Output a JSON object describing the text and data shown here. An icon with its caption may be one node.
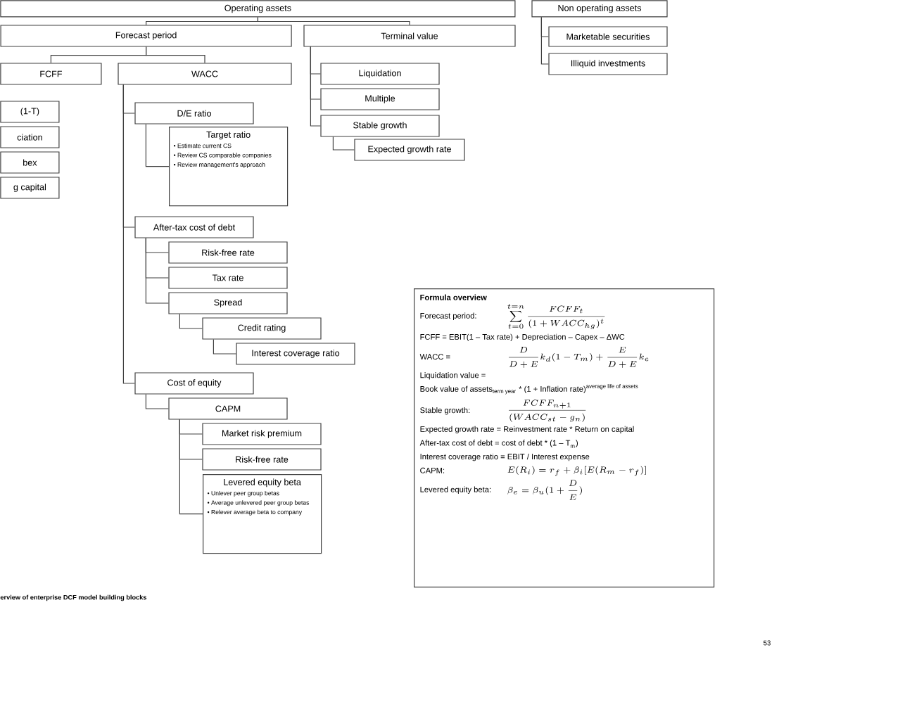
{
  "diagram": {
    "caption": "erview of enterprise DCF model building blocks",
    "nodes": [
      {
        "text": [
          "Operating assets"
        ]
      },
      {
        "text": [
          "Forecast period"
        ]
      },
      {
        "text": [
          "Terminal value"
        ]
      },
      {
        "text": [
          "Non operating assets"
        ]
      },
      {
        "text": [
          "Marketable securities"
        ]
      },
      {
        "text": [
          "Illiquid investments"
        ]
      },
      {
        "text": [
          "FCFF"
        ]
      },
      {
        "text": [
          "WACC"
        ]
      },
      {
        "text": [
          "(1-T)"
        ]
      },
      {
        "text": [
          "ciation"
        ]
      },
      {
        "text": [
          "bex"
        ]
      },
      {
        "text": [
          "g capital"
        ]
      },
      {
        "text": [
          "Liquidation"
        ]
      },
      {
        "text": [
          "Multiple"
        ]
      },
      {
        "text": [
          "Stable growth"
        ]
      },
      {
        "text": [
          "Expected growth rate"
        ]
      },
      {
        "text": [
          "D/E ratio"
        ]
      },
      {
        "text": [
          "Target ratio",
          "• Estimate current CS",
          "• Review CS comparable companies",
          "• Review management's approach"
        ]
      },
      {
        "text": [
          "After-tax cost of debt"
        ]
      },
      {
        "text": [
          "Risk-free rate"
        ]
      },
      {
        "text": [
          "Tax rate"
        ]
      },
      {
        "text": [
          "Spread"
        ]
      },
      {
        "text": [
          "Credit rating"
        ]
      },
      {
        "text": [
          "Interest coverage ratio"
        ]
      },
      {
        "text": [
          "Cost of equity"
        ]
      },
      {
        "text": [
          "CAPM"
        ]
      },
      {
        "text": [
          "Market risk premium"
        ]
      },
      {
        "text": [
          "Risk-free rate"
        ]
      },
      {
        "text": [
          "Levered equity beta",
          "• Unlever peer group betas",
          "• Average unlevered peer group betas",
          "• Relever average beta to company"
        ]
      },
      {
        "text": [
          "Formula overview",
          "Forecast period:",
          "\\sum_{t=0}^{t=n}\\frac{FCFF_t}{(1+WACC_{hg})^t}",
          "FCFF = EBIT(1 – Tax rate) + Depreciation – Capex – ΔWC",
          "WACC =",
          "\\frac{D}{D+E}k_d(1-T_m)+\\frac{E}{D+E}k_e",
          "Liquidation value =",
          "\\text{Book value of assets}_{\\text{term year}}\\text{ * (1 + Inflation rate)}^{\\text{average life of assets}}",
          "Stable growth:",
          "\\frac{FCFF_{n+1}}{(WACC_{st}-g_n)}",
          "Expected growth rate = Reinvestment rate * Return on capital",
          "\\text{After-tax cost of debt = cost of debt * (1 – T}_{\\text{m}}\\text{)}",
          "Interest coverage ratio = EBIT / Interest expense",
          "CAPM:",
          "E(R_i)=r_f+\\beta_i[E(R_m-r_f)]",
          "Levered equity beta:",
          "\\beta_e=\\beta_u(1+\\frac{D}{E})"
        ]
      }
    ],
    "edges": [
      {
        "from": 0,
        "to": 1,
        "arrow": "none"
      },
      {
        "from": 0,
        "to": 2,
        "arrow": "none"
      },
      {
        "from": 3,
        "to": 4,
        "arrow": "none"
      },
      {
        "from": 3,
        "to": 5,
        "arrow": "none"
      },
      {
        "from": 1,
        "to": 6,
        "arrow": "none"
      },
      {
        "from": 1,
        "to": 7,
        "arrow": "none"
      },
      {
        "from": 2,
        "to": 12,
        "arrow": "none"
      },
      {
        "from": 2,
        "to": 13,
        "arrow": "none"
      },
      {
        "from": 2,
        "to": 14,
        "arrow": "none"
      },
      {
        "from": 14,
        "to": 15,
        "arrow": "none"
      },
      {
        "from": 7,
        "to": 16,
        "arrow": "none"
      },
      {
        "from": 7,
        "to": 18,
        "arrow": "none"
      },
      {
        "from": 7,
        "to": 24,
        "arrow": "none"
      },
      {
        "from": 16,
        "to": 17,
        "arrow": "none"
      },
      {
        "from": 18,
        "to": 19,
        "arrow": "none"
      },
      {
        "from": 18,
        "to": 20,
        "arrow": "none"
      },
      {
        "from": 18,
        "to": 21,
        "arrow": "none"
      },
      {
        "from": 21,
        "to": 22,
        "arrow": "none"
      },
      {
        "from": 22,
        "to": 23,
        "arrow": "none"
      },
      {
        "from": 24,
        "to": 25,
        "arrow": "none"
      },
      {
        "from": 25,
        "to": 26,
        "arrow": "none"
      },
      {
        "from": 25,
        "to": 27,
        "arrow": "none"
      },
      {
        "from": 25,
        "to": 28,
        "arrow": "none"
      }
    ],
    "labels": [
      "53"
    ]
  }
}
